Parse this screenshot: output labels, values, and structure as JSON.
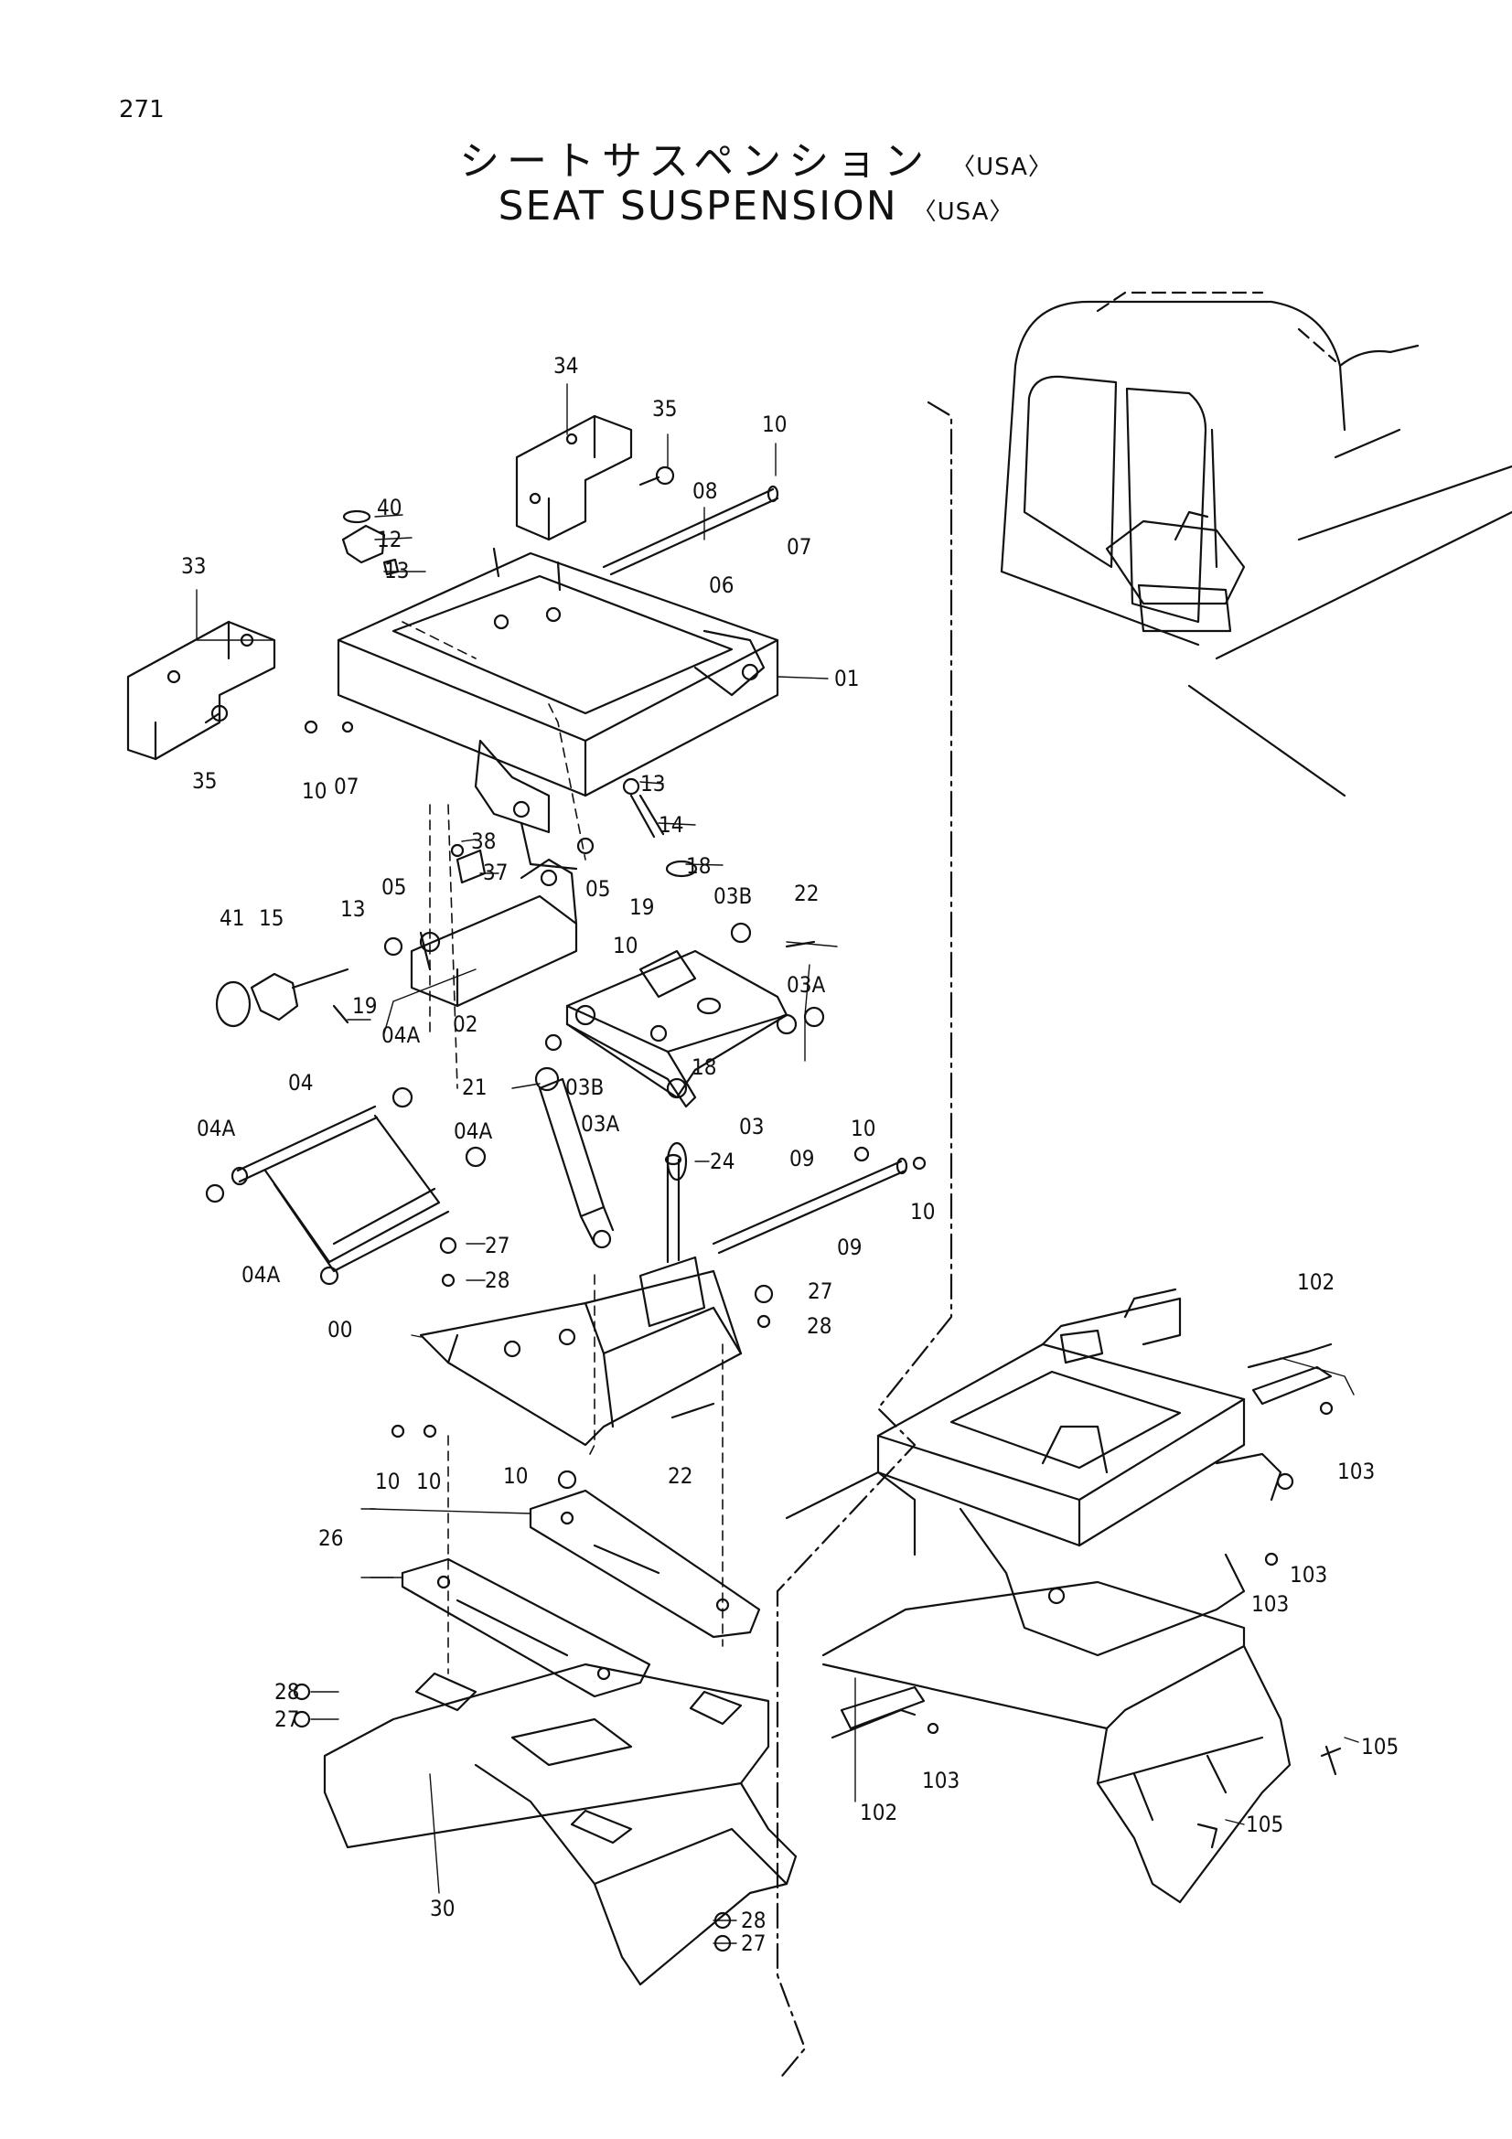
{
  "page_number": "271",
  "title": {
    "japanese": "シートサスペンション",
    "english": "SEAT SUSPENSION",
    "suffix": "〈USA〉"
  },
  "part_callouts": [
    "34",
    "35",
    "10",
    "08",
    "07",
    "06",
    "40",
    "12",
    "13",
    "33",
    "01",
    "35",
    "10",
    "07",
    "13",
    "14",
    "38",
    "37",
    "05",
    "05",
    "18",
    "19",
    "41",
    "15",
    "13",
    "19",
    "02",
    "10",
    "03B",
    "22",
    "03A",
    "18",
    "04A",
    "04",
    "21",
    "03B",
    "03A",
    "03",
    "04A",
    "04A",
    "24",
    "10",
    "09",
    "10",
    "09",
    "27",
    "28",
    "04A",
    "27",
    "00",
    "28",
    "10",
    "10",
    "22",
    "10",
    "26",
    "102",
    "103",
    "103",
    "103",
    "105",
    "102",
    "103",
    "105",
    "28",
    "27",
    "30",
    "28",
    "27"
  ]
}
